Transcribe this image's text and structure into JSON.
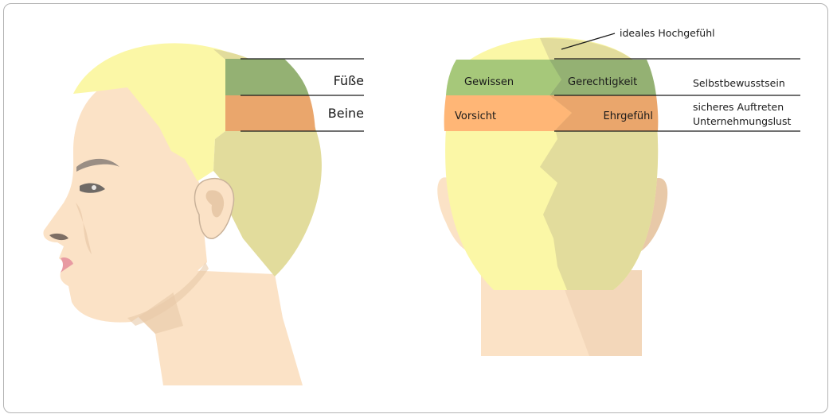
{
  "side_view": {
    "labels": {
      "feet": "Füße",
      "legs": "Beine"
    }
  },
  "back_view": {
    "labels": {
      "conscience": "Gewissen",
      "justice": "Gerechtigkeit",
      "caution": "Vorsicht",
      "ambition": "Ehrgefühl",
      "ideal": "ideales Hochgefühl",
      "self_confidence": "Selbstbewusstsein",
      "assurance": "sicheres Auftreten",
      "enterprise": "Unternehmungslust"
    }
  },
  "colors": {
    "hair_light": "#fbf7a6",
    "hair_dark": "#e2dc9c",
    "band_green": "#a6c87a",
    "band_green_dark": "#94b173",
    "band_orange": "#ffb676",
    "band_orange_dark": "#eaa66c",
    "skin": "#fbe2c6",
    "skin_shadow": "#e8c9a8",
    "line": "#1a1a1a",
    "frame": "#b3b3b3"
  }
}
